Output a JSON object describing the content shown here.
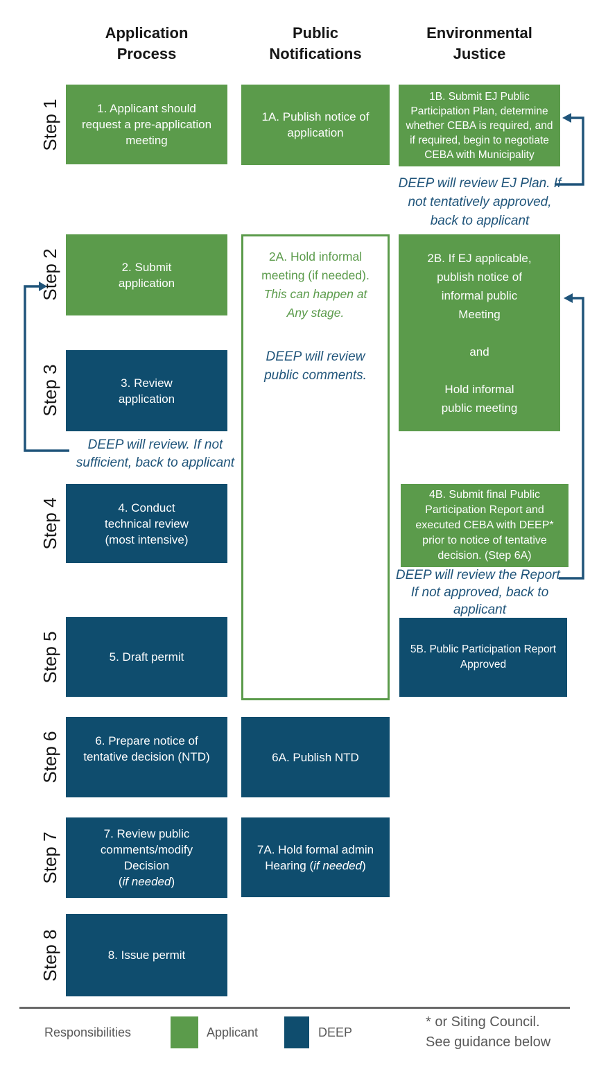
{
  "columns": [
    {
      "id": "application-process",
      "title": [
        "Application",
        "Process"
      ]
    },
    {
      "id": "public-notifications",
      "title": [
        "Public",
        "Notifications"
      ]
    },
    {
      "id": "environmental-justice",
      "title": [
        "Environmental",
        "Justice"
      ]
    }
  ],
  "step_labels": [
    "Step 1",
    "Step 2",
    "Step 3",
    "Step 4",
    "Step 5",
    "Step 6",
    "Step 7",
    "Step 8"
  ],
  "boxes": {
    "s1c1": {
      "owner": "applicant",
      "lines": [
        "1. Applicant should",
        "request a pre-application",
        "meeting"
      ]
    },
    "s1c2": {
      "owner": "applicant",
      "lines": [
        "1A. Publish notice of",
        "application"
      ]
    },
    "s1c3": {
      "owner": "applicant",
      "lines": [
        "1B. Submit EJ Public",
        "Participation Plan, determine",
        "whether CEBA is required, and",
        "if required, begin to negotiate",
        "CEBA with Municipality"
      ]
    },
    "s2c1": {
      "owner": "applicant",
      "lines": [
        "2. Submit",
        "application"
      ]
    },
    "s2c3": {
      "owner": "applicant",
      "lines": [
        "2B. If EJ applicable,",
        "publish notice of",
        "informal public",
        "Meeting",
        "and",
        "Hold informal",
        "public meeting"
      ]
    },
    "s3c1": {
      "owner": "deep",
      "lines": [
        "3. Review",
        "application"
      ]
    },
    "s4c1": {
      "owner": "deep",
      "lines": [
        "4. Conduct",
        "technical review",
        "(most intensive)"
      ]
    },
    "s4c3": {
      "owner": "applicant",
      "lines": [
        "4B. Submit final Public",
        "Participation Report and",
        "executed CEBA with DEEP*",
        "prior to notice of tentative",
        "decision. (Step 6A)"
      ]
    },
    "s5c1": {
      "owner": "deep",
      "lines": [
        "5. Draft permit"
      ]
    },
    "s5c3": {
      "owner": "deep",
      "lines": [
        "5B. Public Participation Report",
        "Approved"
      ]
    },
    "s6c1": {
      "owner": "deep",
      "lines": [
        "6. Prepare notice of",
        "tentative decision (NTD)"
      ]
    },
    "s6c2": {
      "owner": "deep",
      "lines": [
        "6A. Publish NTD"
      ]
    },
    "s7c1": {
      "owner": "deep",
      "lines": [
        "7. Review public",
        "comments/modify",
        "Decision"
      ],
      "line4_prefix": "(",
      "line4_italic": "if needed",
      "line4_suffix": ")"
    },
    "s7c2": {
      "owner": "deep",
      "lines": [
        "7A. Hold formal admin"
      ],
      "line2_prefix": "Hearing (",
      "line2_italic": "if needed",
      "line2_suffix": ")"
    },
    "s8c1": {
      "owner": "deep",
      "lines": [
        "8. Issue permit"
      ]
    }
  },
  "informal_meeting_panel": {
    "green_lines": [
      "2A. Hold informal",
      "meeting (if needed)."
    ],
    "green_italic_lines": [
      "This can happen at",
      "Any stage."
    ],
    "note_lines": [
      "DEEP will review",
      "public comments."
    ]
  },
  "annotations": {
    "ej_plan": {
      "lines": [
        "DEEP will review EJ Plan. If",
        "not tentatively approved,",
        "back to applicant"
      ]
    },
    "review_sufficient": {
      "lines": [
        "DEEP will review. If not",
        "sufficient, back to applicant"
      ]
    },
    "report": {
      "lines": [
        "DEEP will review the Report.",
        "If not approved, back to",
        "applicant"
      ]
    }
  },
  "legend": {
    "responsibilities_label": "Responsibilities",
    "applicant_label": "Applicant",
    "deep_label": "DEEP",
    "note_lines": [
      "* or Siting Council.",
      "See guidance below"
    ]
  },
  "colors": {
    "applicant_green": "#5B9B4B",
    "deep_blue": "#0F4D6E",
    "annotation_arrow_blue": "#1F547A",
    "legend_gray": "#595959"
  }
}
